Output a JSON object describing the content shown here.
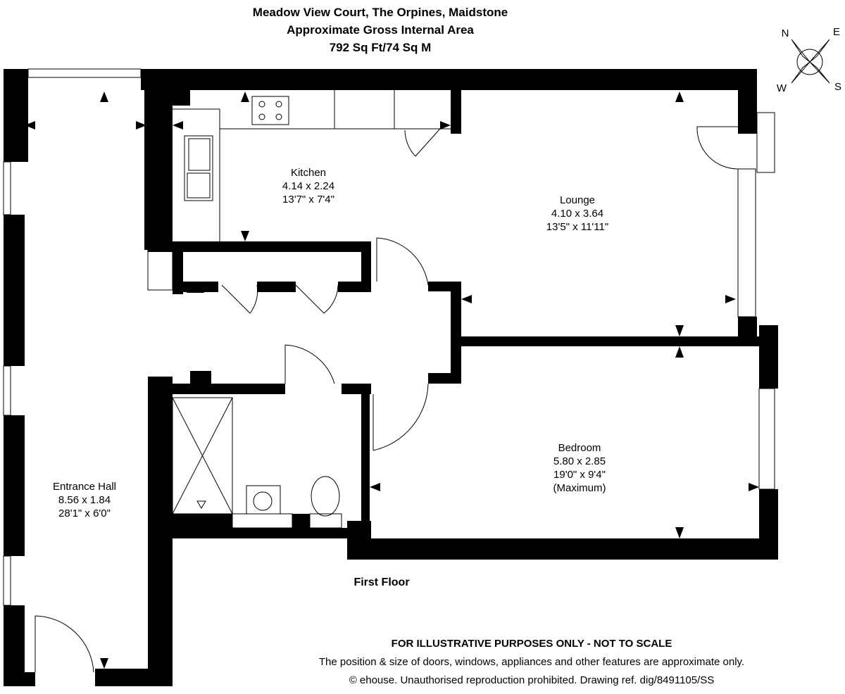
{
  "header": {
    "title": "Meadow View Court, The Orpines, Maidstone",
    "subtitle": "Approximate Gross Internal Area",
    "area": "792 Sq Ft/74 Sq M"
  },
  "compass": {
    "n": "N",
    "e": "E",
    "w": "W",
    "s": "S"
  },
  "rooms": {
    "kitchen": {
      "name": "Kitchen",
      "metric": "4.14 x 2.24",
      "imperial": "13'7\" x 7'4\""
    },
    "lounge": {
      "name": "Lounge",
      "metric": "4.10 x 3.64",
      "imperial": "13'5\" x 11'11\""
    },
    "bedroom": {
      "name": "Bedroom",
      "metric": "5.80 x 2.85",
      "imperial": "19'0\" x 9'4\"",
      "note": "(Maximum)"
    },
    "hall": {
      "name": "Entrance Hall",
      "metric": "8.56 x 1.84",
      "imperial": "28'1\" x 6'0\""
    }
  },
  "floor_label": "First Floor",
  "disclaimer": {
    "heading": "FOR ILLUSTRATIVE PURPOSES ONLY - NOT TO SCALE",
    "line1": "The position & size of doors, windows, appliances and other features are approximate only.",
    "line2": "© ehouse. Unauthorised reproduction prohibited. Drawing ref. dig/8491105/SS"
  }
}
